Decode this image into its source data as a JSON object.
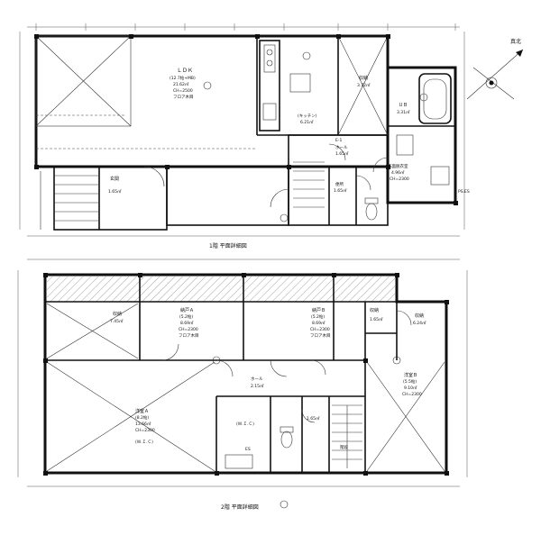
{
  "floor1": {
    "caption": "1階 平面詳細図",
    "rooms": {
      "ldk_name": "ＬＤＫ",
      "ldk_area": "(12.7帖+MB)",
      "ldk_sqm": "21.62㎡",
      "ldk_ch": "CH=2500",
      "ldk_floor": "フロア木目",
      "storage_name": "収納",
      "storage_sqm": "3.72㎡",
      "ub_name": "ＵＢ",
      "ub_sqm": "3.31㎡",
      "kitchen_label": "(キッチン)",
      "kitchen_note": "6.21㎡",
      "hall_name": "ホール",
      "hall_sqm": "1.65㎡",
      "toilet_name": "便所",
      "toilet_sqm": "1.65㎡",
      "washroom_name": "洗面脱衣室",
      "washroom_sqm": "4.96㎡",
      "washroom_ch": "CH=2300",
      "entrance_name": "玄関",
      "entrance_sqm": "1.65㎡",
      "mark_e": "E-1",
      "ps_label": "PS.ES"
    }
  },
  "floor2": {
    "caption": "2階 平面詳細図",
    "rooms": {
      "storage_name": "収納",
      "storage_sqm": "7.45㎡",
      "closet_a_name": "納戸Ａ",
      "closet_a_size": "(5.2帖)",
      "closet_a_sqm": "8.69㎡",
      "closet_a_ch": "CH=2300",
      "closet_a_floor": "フロア木目",
      "closet_b_name": "納戸Ｂ",
      "closet_b_size": "(5.2帖)",
      "closet_b_sqm": "8.69㎡",
      "closet_b_ch": "CH=2300",
      "closet_b_floor": "フロア木目",
      "storage2_name": "収納",
      "storage2_sqm": "1.65㎡",
      "storage3_name": "収納",
      "storage3_sqm": "6.24㎡",
      "hall_name": "ホール",
      "hall_sqm": "2.15㎡",
      "western_a_name": "洋室Ａ",
      "western_a_size": "(8.2帖)",
      "western_a_sqm": "13.66㎡",
      "western_a_ch": "CH=2300",
      "western_a_note": "(Ｗ.Ｉ.Ｃ)",
      "western_b_name": "洋室Ｂ",
      "western_b_size": "(5.5帖)",
      "western_b_sqm": "9.10㎡",
      "western_b_ch": "CH=2300",
      "wic_label": "(Ｗ.Ｉ.Ｃ)",
      "toilet_sqm": "1.65㎡",
      "es_label": "ES",
      "stairs_label": "階段"
    }
  },
  "compass": {
    "label": "真北"
  }
}
